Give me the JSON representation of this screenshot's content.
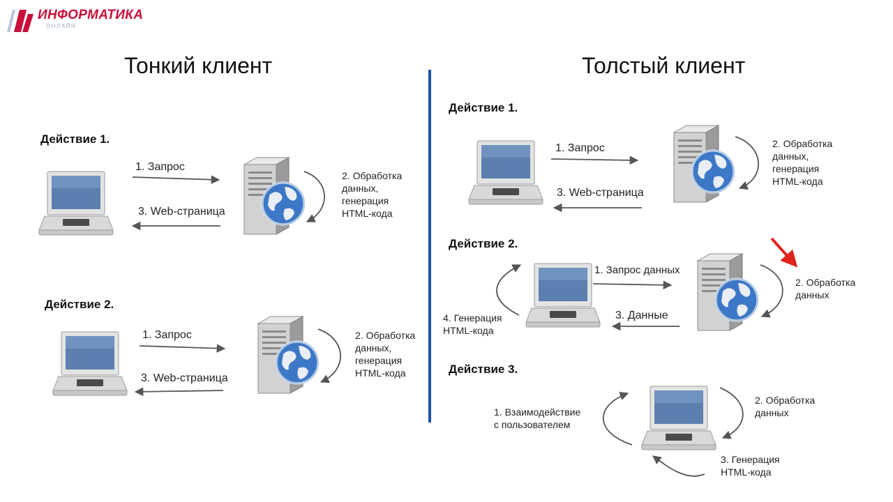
{
  "brand": {
    "name": "ИНФОРМАТИКА",
    "sub": "ОНЛАЙН",
    "color": "#c8103a"
  },
  "thin": {
    "title": "Тонкий клиент",
    "action1": {
      "heading": "Действие 1.",
      "request": "1. Запрос",
      "response": "3. Web-страница",
      "process": "2. Обработка\nданных,\nгенерация\nHTML-кода"
    },
    "action2": {
      "heading": "Действие 2.",
      "request": "1. Запрос",
      "response": "3. Web-страница",
      "process": "2. Обработка\nданных,\nгенерация\nHTML-кода"
    }
  },
  "thick": {
    "title": "Толстый клиент",
    "action1": {
      "heading": "Действие 1.",
      "request": "1. Запрос",
      "response": "3. Web-страница",
      "process": "2. Обработка\nданных,\nгенерация\nHTML-кода"
    },
    "action2": {
      "heading": "Действие 2.",
      "request": "1. Запрос данных",
      "response": "3. Данные",
      "process": "2. Обработка\nданных",
      "generate": "4. Генерация\nHTML-кода"
    },
    "action3": {
      "heading": "Действие 3.",
      "interact": "1. Взаимодействие\nс пользователем",
      "process": "2. Обработка\nданных",
      "generate": "3. Генерация\nHTML-кода"
    }
  },
  "colors": {
    "divider": "#1f4fa8",
    "highlight_arrow": "#e0231c",
    "screen": "#5b7fae"
  }
}
